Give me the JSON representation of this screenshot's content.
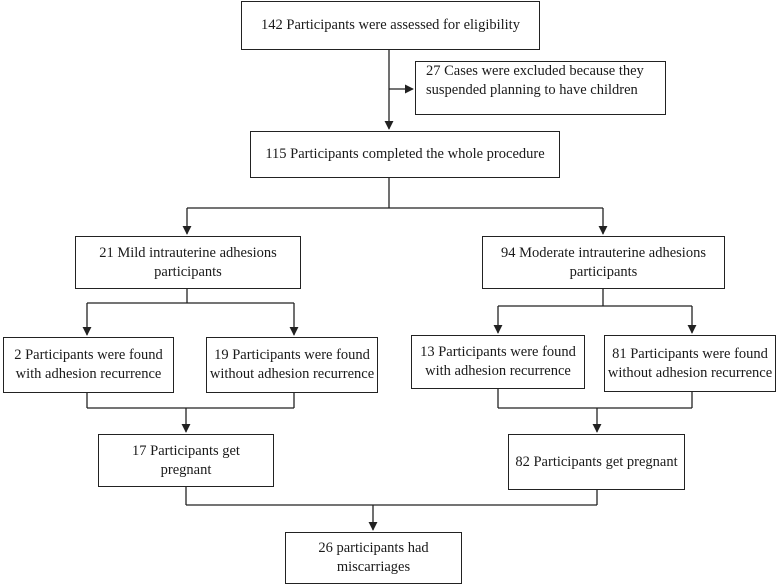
{
  "nodes": {
    "assessed": {
      "lines": [
        "142 Participants were assessed for eligibility"
      ]
    },
    "excluded": {
      "lines": [
        "27 Cases were excluded because they",
        "suspended planning to have children"
      ]
    },
    "completed": {
      "lines": [
        "115 Participants completed the whole procedure"
      ]
    },
    "mild": {
      "lines": [
        "21 Mild  intrauterine adhesions",
        "participants"
      ]
    },
    "moderate": {
      "lines": [
        "94 Moderate intrauterine adhesions",
        "participants"
      ]
    },
    "mild_with": {
      "lines": [
        "2 Participants were found",
        "with adhesion recurrence"
      ]
    },
    "mild_without": {
      "lines": [
        "19 Participants were found",
        "without adhesion recurrence"
      ]
    },
    "mod_with": {
      "lines": [
        "13 Participants were found",
        "with adhesion recurrence"
      ]
    },
    "mod_without": {
      "lines": [
        "81 Participants were found",
        "without adhesion recurrence"
      ]
    },
    "mild_pregnant": {
      "lines": [
        "17 Participants get pregnant"
      ]
    },
    "mod_pregnant": {
      "lines": [
        "82 Participants get pregnant"
      ]
    },
    "miscarriages": {
      "lines": [
        "26 participants had",
        "miscarriages"
      ]
    }
  },
  "colors": {
    "line": "#222222",
    "text": "#1a1a1a",
    "background": "#ffffff"
  }
}
